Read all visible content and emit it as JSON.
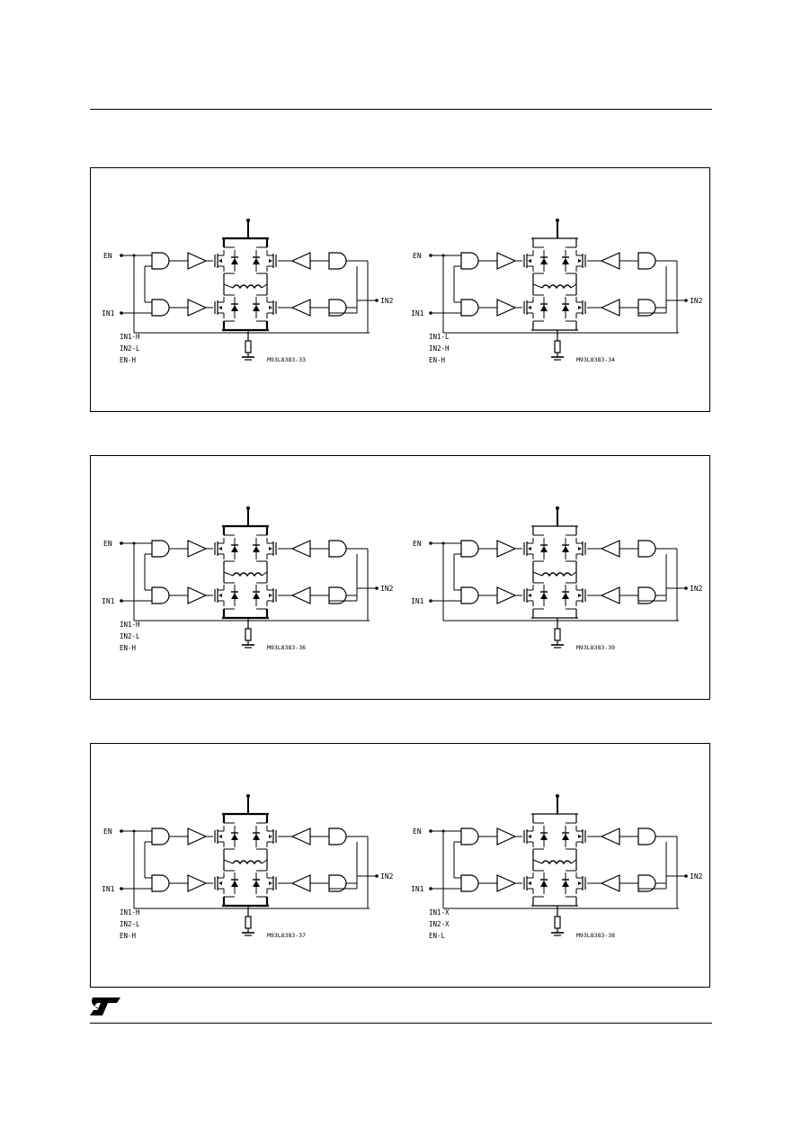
{
  "panels": [
    {
      "left": {
        "en_label": "EN",
        "in1_label": "IN1",
        "in2_label": "IN2",
        "states": [
          "IN1-H",
          "IN2-L",
          "EN-H"
        ],
        "ref": "M93L8383-33",
        "variant": "A"
      },
      "right": {
        "en_label": "EN",
        "in1_label": "IN1",
        "in2_label": "IN2",
        "states": [
          "IN1-L",
          "IN2-H",
          "EN-H"
        ],
        "ref": "M93L8383-34",
        "variant": "B"
      }
    },
    {
      "left": {
        "en_label": "EN",
        "in1_label": "IN1",
        "in2_label": "IN2",
        "states": [
          "IN1-H",
          "IN2-L",
          "EN-H"
        ],
        "ref": "M93L8383-36",
        "variant": "A"
      },
      "right": {
        "en_label": "EN",
        "in1_label": "IN1",
        "in2_label": "IN2",
        "states": [],
        "ref": "M93L8383-39",
        "variant": "C"
      }
    },
    {
      "left": {
        "en_label": "EN",
        "in1_label": "IN1",
        "in2_label": "IN2",
        "states": [
          "IN1-H",
          "IN2-L",
          "EN-H"
        ],
        "ref": "M93L8383-37",
        "variant": "A"
      },
      "right": {
        "en_label": "EN",
        "in1_label": "IN1",
        "in2_label": "IN2",
        "states": [
          "IN1-X",
          "IN2-X",
          "EN-L"
        ],
        "ref": "M93L8383-38",
        "variant": "B"
      }
    }
  ],
  "logo": {
    "name": "st-logo-icon"
  }
}
